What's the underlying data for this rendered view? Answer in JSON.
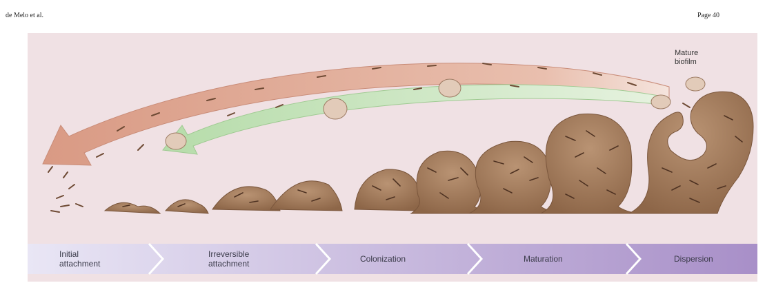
{
  "header": {
    "author": "de Melo et al.",
    "page": "Page 40"
  },
  "callout": {
    "line1": "Mature",
    "line2": "biofilm"
  },
  "stages": {
    "s1_line1": "Initial",
    "s1_line2": "attachment",
    "s2_line1": "Irreversible",
    "s2_line2": "attachment",
    "s3": "Colonization",
    "s4": "Maturation",
    "s5": "Dispersion"
  },
  "colors": {
    "panel_background": "#f0e1e4",
    "arrow_outer": "#d9a591",
    "arrow_inner": "#bfe0b4",
    "biofilm": "#a17a5b",
    "stage_band_start": "#e4e2f2",
    "stage_band_end": "#a78fc6"
  }
}
